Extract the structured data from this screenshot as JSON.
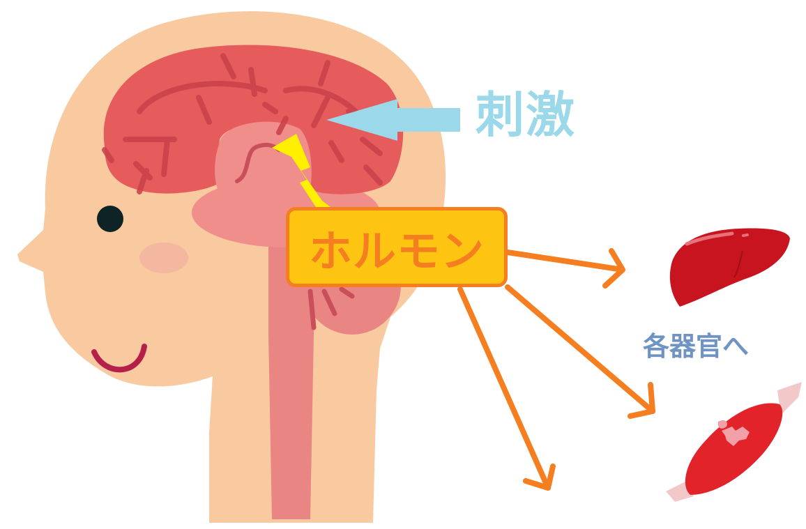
{
  "diagram": {
    "type": "hormone-signaling-illustration",
    "labels": {
      "stimulus": "刺激",
      "hormone": "ホルモン",
      "to_organs": "各器官へ"
    },
    "elements": [
      {
        "name": "head-profile",
        "description": "human head in profile, facing left"
      },
      {
        "name": "brain",
        "description": "cerebrum with sulci, cross-section"
      },
      {
        "name": "hypothalamus-pituitary",
        "description": "inner brain region with lightning bolt"
      },
      {
        "name": "brainstem-spinal-cord",
        "description": "pink column down the neck"
      },
      {
        "name": "liver",
        "description": "target organ"
      },
      {
        "name": "muscle",
        "description": "target organ"
      }
    ],
    "arrows": [
      {
        "from": "stimulus-label",
        "to": "brain",
        "color": "#9bd8ea"
      },
      {
        "from": "hormone-box",
        "to": "liver",
        "color": "#f57f20"
      },
      {
        "from": "hormone-box",
        "to": "muscle",
        "color": "#f57f20"
      },
      {
        "from": "hormone-box",
        "to": "downward",
        "color": "#f57f20"
      }
    ],
    "colors": {
      "skin": "#f9c9a0",
      "brain": "#e65c5c",
      "brain_sulci": "#c9404a",
      "inner_brain": "#ef8e8a",
      "spinal_cord": "#e98583",
      "stimulus_arrow": "#9bd8ea",
      "hormone_box_fill": "#fdc512",
      "hormone_outline": "#f57f20",
      "lightning": "#fff000",
      "organs_text": "#6f93c2",
      "liver": "#c8141e",
      "muscle": "#e2232a"
    }
  }
}
